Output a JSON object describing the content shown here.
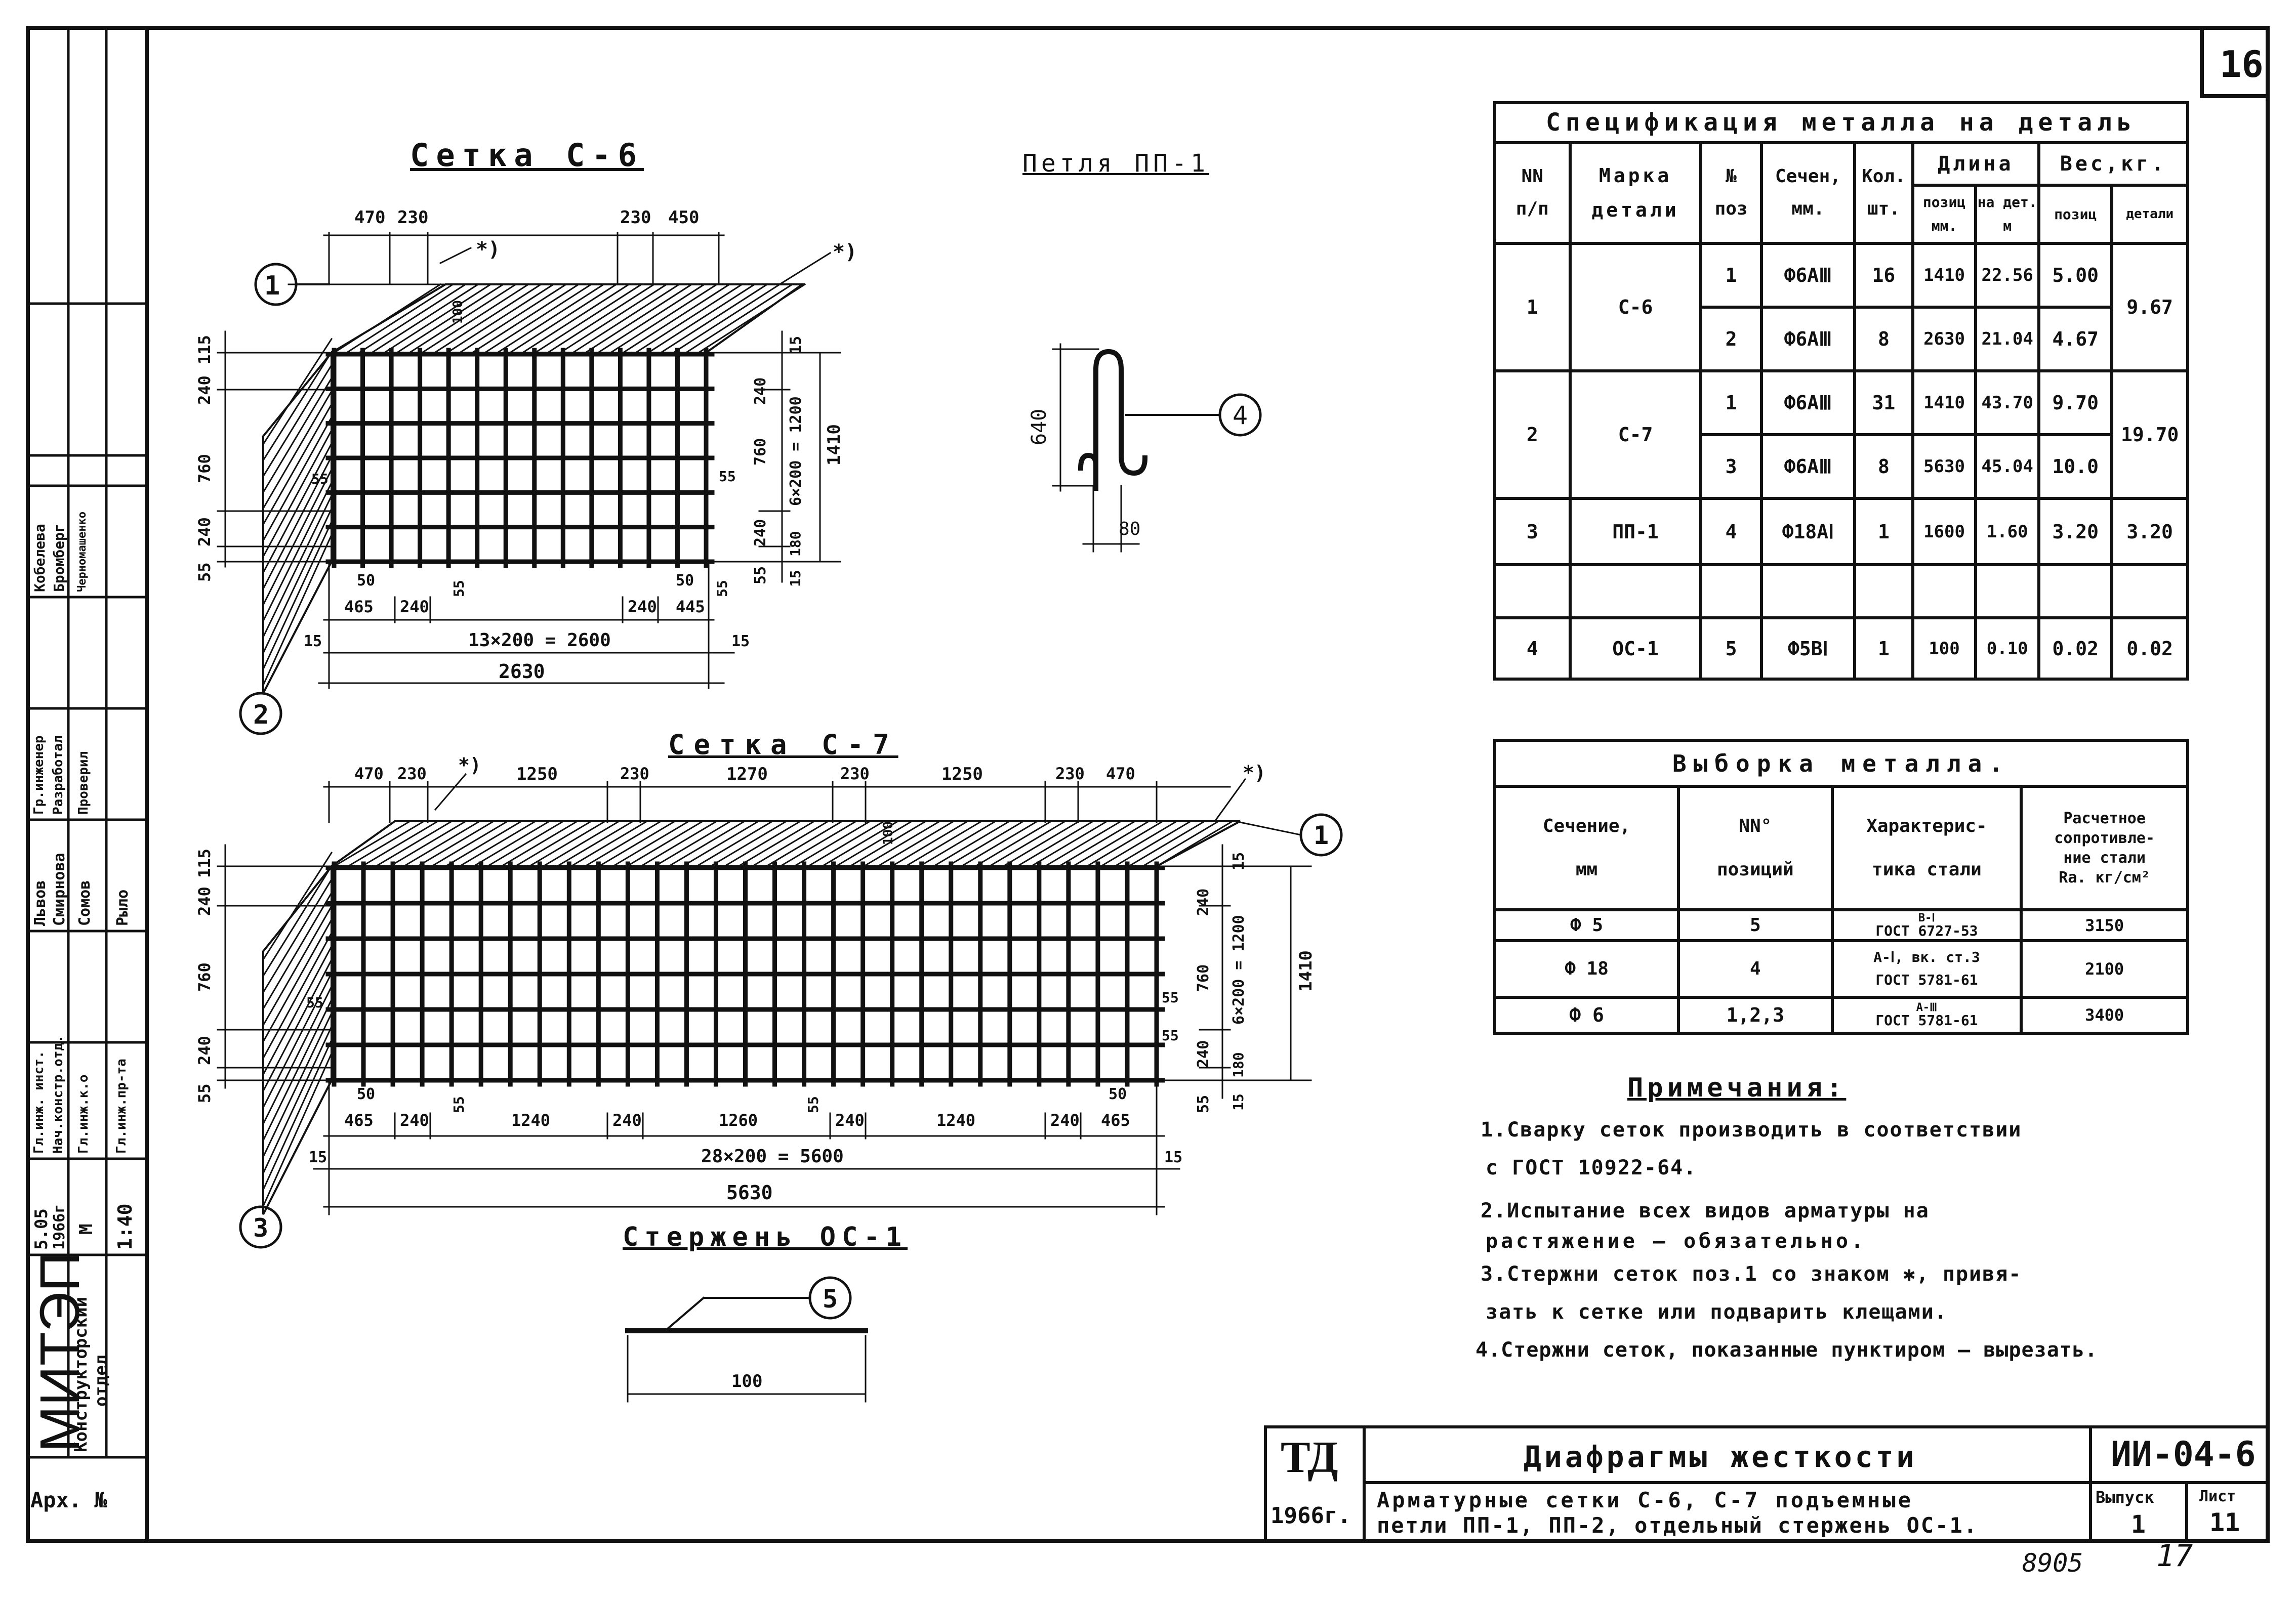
{
  "sheet_number": "16",
  "grid_c6": {
    "title": "Сетка С-6",
    "top_dims": [
      "470",
      "230",
      "230",
      "450"
    ],
    "star": "*)",
    "left_dims": [
      "115",
      "240",
      "760",
      "240",
      "55"
    ],
    "right_dims": [
      "15",
      "240",
      "760",
      "240",
      "180",
      "15",
      "55"
    ],
    "pitch_v": "6×200 = 1200",
    "total_h": "1410",
    "inner_marks": [
      "100",
      "55",
      "55"
    ],
    "bottom_row1": [
      "50",
      "50"
    ],
    "bottom_row2": [
      "465",
      "240",
      "240",
      "445"
    ],
    "pitch_h": "13×200 = 2600",
    "total_w": "2630",
    "end_dims": [
      "15",
      "15"
    ],
    "position_labels": [
      "1",
      "2"
    ]
  },
  "loop_pp1": {
    "title": "Петля ПП-1",
    "height": "640",
    "width": "80",
    "position": "4"
  },
  "grid_c7": {
    "title": "Сетка С-7",
    "top_dims": [
      "470",
      "230",
      "1250",
      "230",
      "1270",
      "230",
      "1250",
      "230",
      "470"
    ],
    "star": "*)",
    "left_dims": [
      "115",
      "240",
      "760",
      "240",
      "55"
    ],
    "right_dims": [
      "15",
      "240",
      "760",
      "240",
      "180",
      "15",
      "55"
    ],
    "pitch_v": "6×200 = 1200",
    "total_h": "1410",
    "inner_marks": [
      "100",
      "55",
      "55",
      "55"
    ],
    "bottom_row1": [
      "50",
      "55",
      "55",
      "50"
    ],
    "bottom_row2": [
      "465",
      "240",
      "1240",
      "240",
      "1260",
      "240",
      "1240",
      "240",
      "465"
    ],
    "pitch_h": "28×200 = 5600",
    "total_w": "5630",
    "end_dims": [
      "15",
      "15"
    ],
    "position_labels": [
      "1",
      "3"
    ]
  },
  "rod_oc1": {
    "title": "Стержень ОС-1",
    "length": "100",
    "position": "5"
  },
  "spec_table": {
    "title": "Спецификация металла на деталь",
    "headers": {
      "nn": "NN",
      "np": "п/п",
      "mark1": "Марка",
      "mark2": "детали",
      "pos1": "№",
      "pos2": "поз",
      "sec1": "Сечен,",
      "sec2": "мм.",
      "qty1": "Кол.",
      "qty2": "шт.",
      "len": "Длина",
      "len_pos1": "позиц",
      "len_pos2": "мм.",
      "len_det1": "на дет.",
      "len_det2": "м",
      "wt": "Вес,кг.",
      "wt_pos": "позиц",
      "wt_det": "детали"
    },
    "rows": [
      {
        "n": "1",
        "mark": "С-6",
        "pos": "1",
        "sec": "Ф6АⅢ",
        "qty": "16",
        "lpos": "1410",
        "ldet": "22.56",
        "wpos": "5.00",
        "wdet": "9.67"
      },
      {
        "n": "",
        "mark": "",
        "pos": "2",
        "sec": "Ф6АⅢ",
        "qty": "8",
        "lpos": "2630",
        "ldet": "21.04",
        "wpos": "4.67",
        "wdet": ""
      },
      {
        "n": "2",
        "mark": "С-7",
        "pos": "1",
        "sec": "Ф6АⅢ",
        "qty": "31",
        "lpos": "1410",
        "ldet": "43.70",
        "wpos": "9.70",
        "wdet": "19.70"
      },
      {
        "n": "",
        "mark": "",
        "pos": "3",
        "sec": "Ф6АⅢ",
        "qty": "8",
        "lpos": "5630",
        "ldet": "45.04",
        "wpos": "10.0",
        "wdet": ""
      },
      {
        "n": "3",
        "mark": "ПП-1",
        "pos": "4",
        "sec": "Ф18АⅠ",
        "qty": "1",
        "lpos": "1600",
        "ldet": "1.60",
        "wpos": "3.20",
        "wdet": "3.20"
      },
      {
        "n": "4",
        "mark": "ОС-1",
        "pos": "5",
        "sec": "Ф5ВⅠ",
        "qty": "1",
        "lpos": "100",
        "ldet": "0.10",
        "wpos": "0.02",
        "wdet": "0.02"
      }
    ]
  },
  "select_table": {
    "title": "Выборка металла.",
    "headers": {
      "sec1": "Сечение,",
      "sec2": "мм",
      "pos1": "NN°",
      "pos2": "позиций",
      "char1": "Характерис-",
      "char2": "тика стали",
      "res1": "Расчетное",
      "res2": "сопротивле-",
      "res3": "ние стали",
      "res4": "Ra. кг/см²"
    },
    "rows": [
      {
        "sec": "Ф 5",
        "pos": "5",
        "char_top": "В-Ⅰ",
        "char": "ГОСТ 6727-53",
        "res": "3150"
      },
      {
        "sec": "Ф 18",
        "pos": "4",
        "char_top": "А-Ⅰ, вк. ст.3",
        "char": "ГОСТ 5781-61",
        "res": "2100"
      },
      {
        "sec": "Ф 6",
        "pos": "1,2,3",
        "char_top": "А-Ⅲ",
        "char": "ГОСТ 5781-61",
        "res": "3400"
      }
    ]
  },
  "notes": {
    "title": "Примечания:",
    "lines": [
      "1.Сварку сеток производить в соответствии",
      "с ГОСТ 10922-64.",
      "2.Испытание всех видов арматуры на",
      "растяжение — обязательно.",
      "3.Стержни сеток поз.1 со знаком   ✱,      привя-",
      "зать к сетке или подварить клещами.",
      "4.Стержни  сеток, показанные пунктиром — вырезать."
    ]
  },
  "title_block": {
    "org": "ТД",
    "year": "1966г.",
    "title": "Диафрагмы жесткости",
    "subtitle1": "Арматурные сетки С-6, С-7 подъемные",
    "subtitle2": "петли ПП-1, ПП-2, отдельный стержень ОС-1.",
    "code": "ИИ-04-6",
    "issue_label": "Выпуск",
    "issue": "1",
    "sheet_label": "Лист",
    "sheet": "11"
  },
  "footer": {
    "number": "8905",
    "page": "17"
  },
  "side_stamp": {
    "org": "МИТЭП",
    "dept1": "Конструкторский",
    "dept2": "отдел",
    "date": "5.05",
    "year": "1966г",
    "scale_label": "М",
    "scale": "1:40",
    "arch": "Арх. №",
    "roles": [
      "Гл.инж. инст.",
      "Нач.констр.отд.",
      "Гл.инж.к.о",
      "Гл.инж.пр-та",
      "Гр.инженер",
      "Разработал",
      "Проверил"
    ],
    "names": [
      "Львов",
      "Смирнова",
      "Сомов",
      "Рыло",
      "Кобелева",
      "Бромберг",
      "Черномашенко"
    ]
  }
}
